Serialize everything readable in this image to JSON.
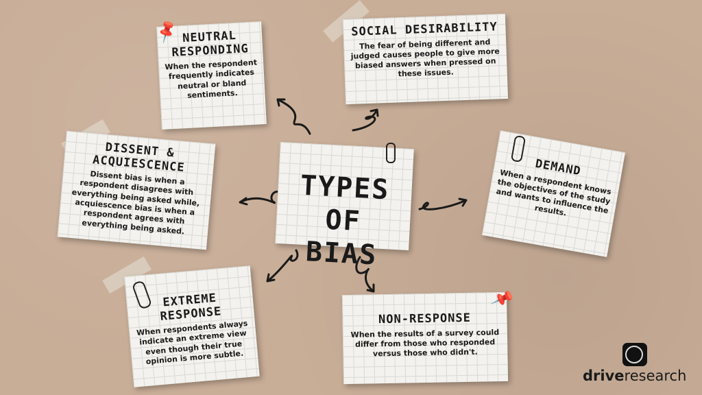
{
  "title": "TYPES OF BIAS",
  "notes": {
    "neutral": {
      "title": "NEUTRAL RESPONDING",
      "text": "When the respondent frequently indicates neutral or bland sentiments."
    },
    "social": {
      "title": "SOCIAL DESIRABILITY",
      "text": "The fear of being different and judged causes people to give more biased answers when pressed on these issues."
    },
    "dissent": {
      "title": "DISSENT & ACQUIESCENCE",
      "text": "Dissent bias is when a respondent disagrees with everything being asked while, acquiescence bias is when a respondent agrees with everything being asked."
    },
    "demand": {
      "title": "DEMAND",
      "text": "When a respondent knows the objectives of the study and wants to influence the results."
    },
    "extreme": {
      "title": "EXTREME RESPONSE",
      "text": "When respondents always indicate an extreme view even though their true opinion is more subtle."
    },
    "nonresponse": {
      "title": "NON-RESPONSE",
      "text": "When the results of a survey could differ from those who responded versus those who didn't."
    }
  },
  "logo": {
    "bold": "drive",
    "regular": "research"
  }
}
